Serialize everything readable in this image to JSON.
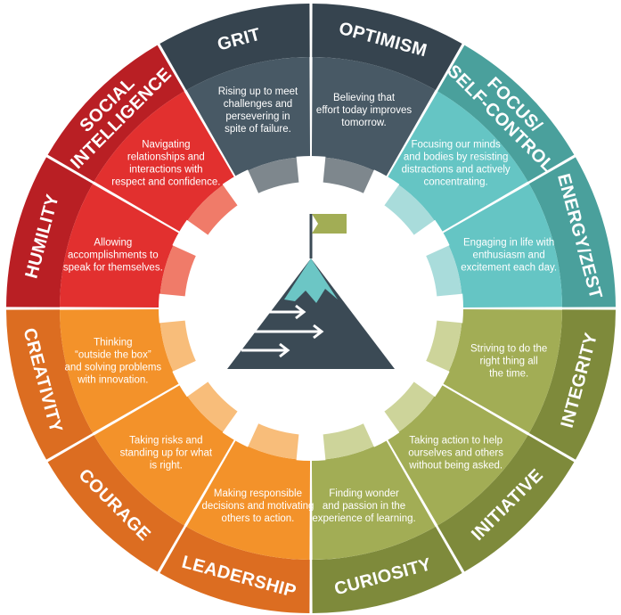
{
  "segments": [
    {
      "id": "grit",
      "title_lines": [
        "GRIT"
      ],
      "desc_lines": [
        "Rising up to meet",
        "challenges and",
        "persevering in",
        "spite of failure."
      ],
      "outer_color": "#36444f",
      "inner_color": "#485965",
      "gear_color": "#7e878d"
    },
    {
      "id": "optimism",
      "title_lines": [
        "OPTIMISM"
      ],
      "desc_lines": [
        "Believing that",
        "effort today improves",
        "tomorrow."
      ],
      "outer_color": "#36444f",
      "inner_color": "#485965",
      "gear_color": "#7e878d"
    },
    {
      "id": "focus-self-control",
      "title_lines": [
        "FOCUS/",
        "SELF-CONTROL"
      ],
      "desc_lines": [
        "Focusing our minds",
        "and bodies by resisting",
        "distractions and actively",
        "concentrating."
      ],
      "outer_color": "#4aa09c",
      "inner_color": "#65c5c4",
      "gear_color": "#a9dcdb"
    },
    {
      "id": "energy-zest",
      "title_lines": [
        "ENERGY/ZEST"
      ],
      "desc_lines": [
        "Engaging in life with",
        "enthusiasm and",
        "excitement each day."
      ],
      "outer_color": "#4aa09c",
      "inner_color": "#65c5c4",
      "gear_color": "#a9dcdb"
    },
    {
      "id": "integrity",
      "title_lines": [
        "INTEGRITY"
      ],
      "desc_lines": [
        "Striving to do the",
        "right thing all",
        "the time."
      ],
      "outer_color": "#7e8a3b",
      "inner_color": "#a2ad55",
      "gear_color": "#cdd49a"
    },
    {
      "id": "initiative",
      "title_lines": [
        "INITIATIVE"
      ],
      "desc_lines": [
        "Taking action to help",
        "ourselves and others",
        "without being asked."
      ],
      "outer_color": "#7e8a3b",
      "inner_color": "#a2ad55",
      "gear_color": "#cdd49a"
    },
    {
      "id": "curiosity",
      "title_lines": [
        "CURIOSITY"
      ],
      "desc_lines": [
        "Finding wonder",
        "and passion in the",
        "experience of learning."
      ],
      "outer_color": "#7e8a3b",
      "inner_color": "#a2ad55",
      "gear_color": "#cdd49a"
    },
    {
      "id": "leadership",
      "title_lines": [
        "LEADERSHIP"
      ],
      "desc_lines": [
        "Making responsible",
        "decisions and motivating",
        "others to action."
      ],
      "outer_color": "#dc6d21",
      "inner_color": "#f3922a",
      "gear_color": "#f8bd7a"
    },
    {
      "id": "courage",
      "title_lines": [
        "COURAGE"
      ],
      "desc_lines": [
        "Taking risks and",
        "standing up for what",
        "is right."
      ],
      "outer_color": "#dc6d21",
      "inner_color": "#f3922a",
      "gear_color": "#f8bd7a"
    },
    {
      "id": "creativity",
      "title_lines": [
        "CREATIVITY"
      ],
      "desc_lines": [
        "Thinking",
        "“outside the box”",
        "and solving problems",
        "with innovation."
      ],
      "outer_color": "#dc6d21",
      "inner_color": "#f3922a",
      "gear_color": "#f8bd7a"
    },
    {
      "id": "humility",
      "title_lines": [
        "HUMILITY"
      ],
      "desc_lines": [
        "Allowing",
        "accomplishments to",
        "speak for themselves."
      ],
      "outer_color": "#b91f24",
      "inner_color": "#e2302f",
      "gear_color": "#f07b69"
    },
    {
      "id": "social-intelligence",
      "title_lines": [
        "SOCIAL",
        "INTELLIGENCE"
      ],
      "desc_lines": [
        "Navigating",
        "relationships and",
        "interactions with",
        "respect and confidence."
      ],
      "outer_color": "#b91f24",
      "inner_color": "#e2302f",
      "gear_color": "#f07b69"
    }
  ],
  "center_icon": {
    "name": "mountain-flag-icon",
    "mountain_color": "#3b4a55",
    "snow_color": "#6cc6c5",
    "flag_color": "#a2ad55",
    "arrow_color": "#ffffff"
  }
}
